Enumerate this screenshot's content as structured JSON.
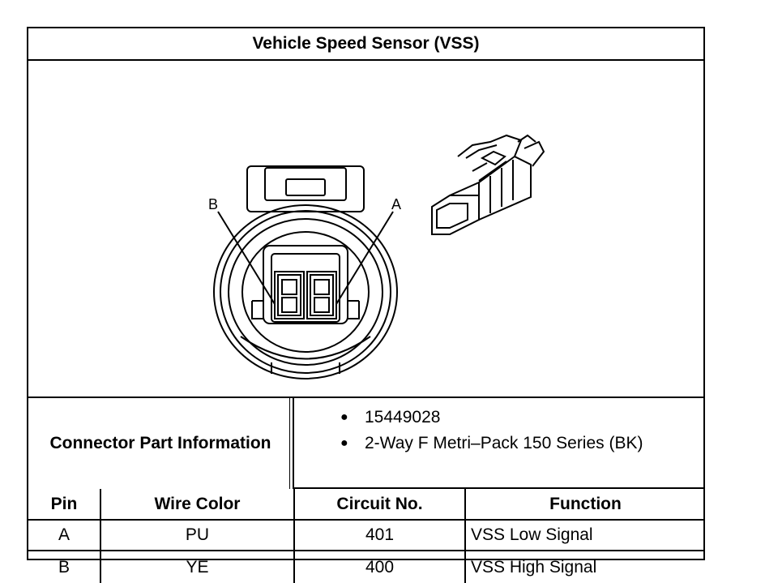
{
  "title": "Vehicle Speed Sensor (VSS)",
  "figure": {
    "pin_label_b": "B",
    "pin_label_a": "A"
  },
  "connector_info": {
    "label": "Connector Part Information",
    "items": [
      "15449028",
      "2-Way F Metri–Pack 150 Series (BK)"
    ]
  },
  "pin_table": {
    "headers": [
      "Pin",
      "Wire Color",
      "Circuit No.",
      "Function"
    ],
    "rows": [
      [
        "A",
        "PU",
        "401",
        "VSS Low Signal"
      ],
      [
        "B",
        "YE",
        "400",
        "VSS High Signal"
      ]
    ]
  }
}
